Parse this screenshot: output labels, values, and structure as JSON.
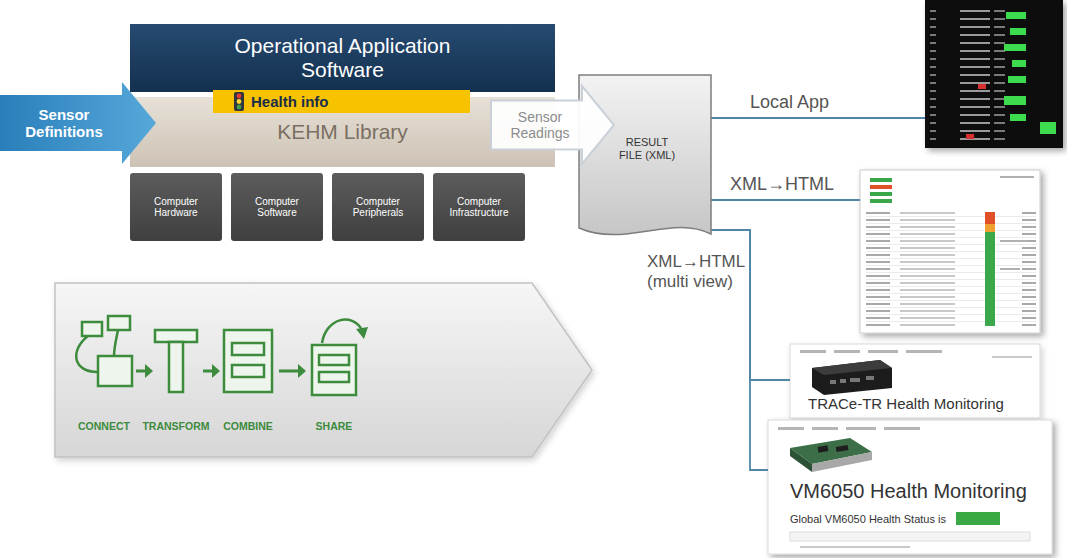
{
  "diagram": {
    "nodes": [
      {
        "text": [
          "Operational Application Software"
        ]
      },
      {
        "text": [
          "Health info"
        ]
      },
      {
        "text": [
          "Sensor Definitions"
        ]
      },
      {
        "text": [
          "KEHM Library"
        ]
      },
      {
        "text": [
          "Computer Hardware"
        ]
      },
      {
        "text": [
          "Computer Software"
        ]
      },
      {
        "text": [
          "Computer Peripherals"
        ]
      },
      {
        "text": [
          "Computer Infrastructure"
        ]
      },
      {
        "text": [
          "Sensor Readings"
        ]
      },
      {
        "text": [
          "RESULT FILE (XML)"
        ]
      },
      {
        "text": [
          "TRACe-TR Health Monitoring"
        ]
      },
      {
        "text": [
          "VM6050 Health Monitoring",
          "Global VM6050 Health Status is"
        ]
      }
    ],
    "edges": [
      {
        "from": 9,
        "to": 10,
        "arrow": "none"
      },
      {
        "from": 9,
        "to": 11,
        "label": "XML→HTML (multi view)",
        "arrow": "none"
      }
    ],
    "labels": [
      "Local App",
      "XML→HTML",
      "CONNECT",
      "TRANSFORM",
      "COMBINE",
      "SHARE"
    ]
  }
}
